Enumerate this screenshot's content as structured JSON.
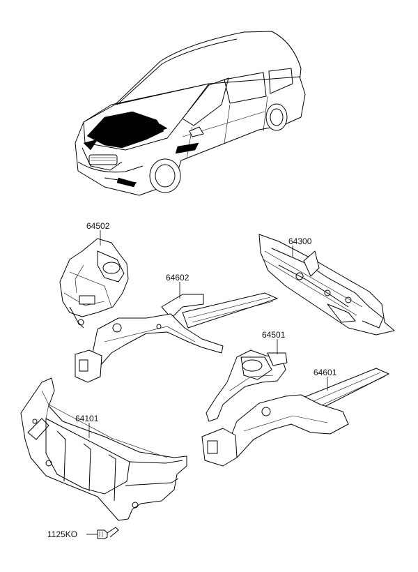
{
  "diagram": {
    "parts": {
      "p64502": "64502",
      "p64300": "64300",
      "p64602": "64602",
      "p64501": "64501",
      "p64601": "64601",
      "p64101": "64101",
      "p1125KO": "1125KO"
    }
  }
}
